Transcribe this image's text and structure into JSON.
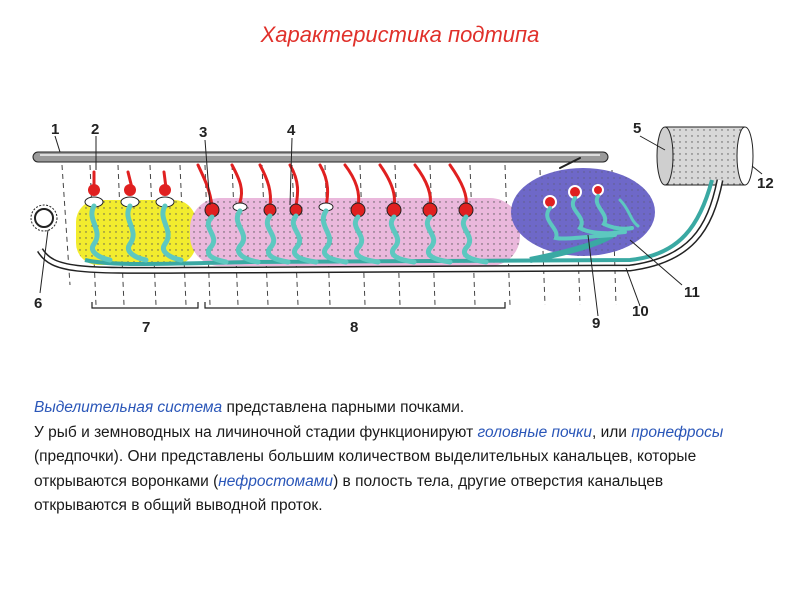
{
  "title": "Характеристика подтипа",
  "labels": [
    "1",
    "2",
    "3",
    "4",
    "5",
    "6",
    "7",
    "8",
    "9",
    "10",
    "11",
    "12"
  ],
  "description": {
    "p1_term": "Выделительная система",
    "p1_rest": " представлена парными почками.",
    "p2_a": "У рыб и земноводных на личиночной стадии функционируют ",
    "p2_term1": "головные почки",
    "p2_b": ", или ",
    "p2_term2": "пронефросы",
    "p2_c": " (предпочки). Они представлены большим количеством выделительных канальцев, которые открываются воронками (",
    "p2_term3": "нефростомами",
    "p2_d": ") в полость тела, другие отверстия канальцев открываются в общий выводной проток."
  },
  "colors": {
    "title": "#e0302a",
    "highlight": "#2a56b8",
    "pronephros": "#f2ec2e",
    "mesonephros": "#eab8dc",
    "metanephros": "#6e68c8",
    "tubule": "#5dc8c0",
    "vessel": "#e02020"
  }
}
